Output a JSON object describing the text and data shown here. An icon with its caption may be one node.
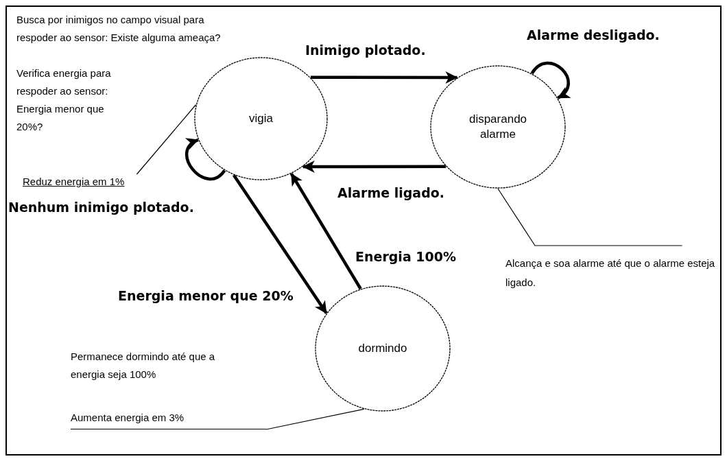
{
  "diagram": {
    "nodes": [
      {
        "text": [
          "vigia"
        ]
      },
      {
        "text": [
          "disparando alarme"
        ]
      },
      {
        "text": [
          "dormindo"
        ]
      },
      {
        "text": [
          "Reduz energia em 1%"
        ]
      },
      {
        "text": [
          "Alcança e soa alarme até que o alarme esteja ligado."
        ]
      },
      {
        "text": [
          "Aumenta energia em 3%"
        ]
      }
    ],
    "edges": [
      {
        "from": 0,
        "to": 1,
        "arrow": "to",
        "label": "Inimigo plotado."
      },
      {
        "from": 1,
        "to": 0,
        "arrow": "to",
        "label": "Alarme ligado."
      },
      {
        "from": 1,
        "to": 1,
        "arrow": "to",
        "label": "Alarme desligado."
      },
      {
        "from": 0,
        "to": 0,
        "arrow": "to",
        "label": "Nenhum inimigo plotado."
      },
      {
        "from": 0,
        "to": 2,
        "arrow": "to",
        "label": "Energia menor que 20%"
      },
      {
        "from": 2,
        "to": 0,
        "arrow": "to",
        "label": "Energia 100%"
      },
      {
        "from": 3,
        "to": 0,
        "arrow": "none"
      },
      {
        "from": 4,
        "to": 1,
        "arrow": "none"
      },
      {
        "from": 5,
        "to": 2,
        "arrow": "none"
      }
    ],
    "labels": [
      "Busca por inimigos no campo visual para respoder ao sensor: Existe alguma ameaça?",
      "Verifica energia para respoder ao sensor: Energia menor que 20%?",
      "Permanece dormindo até que a energia seja 100%"
    ]
  }
}
